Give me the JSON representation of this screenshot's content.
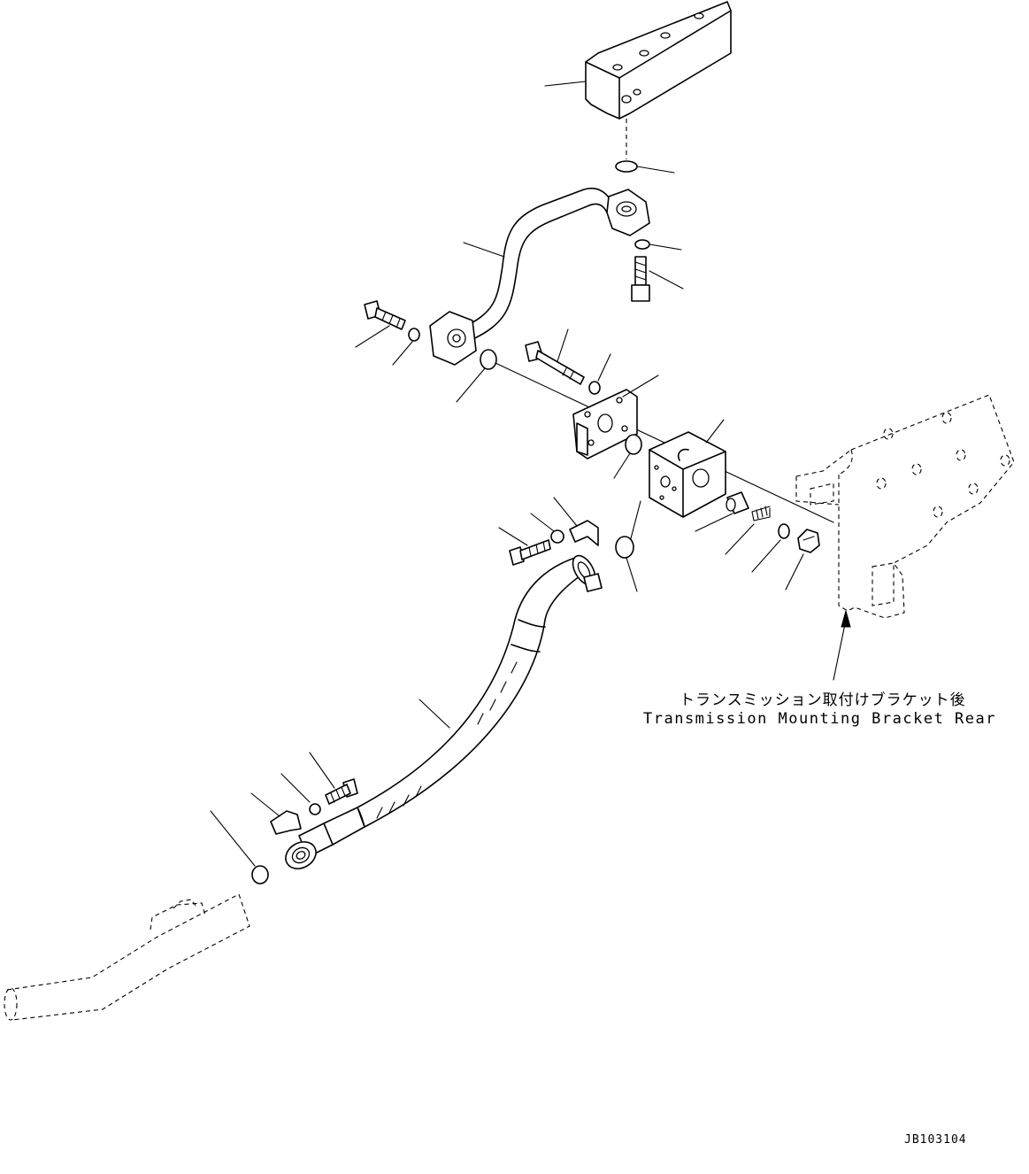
{
  "callout": {
    "japanese": "トランスミッション取付けブラケット後",
    "english": "Transmission Mounting Bracket Rear"
  },
  "drawing_number": "JB103104"
}
